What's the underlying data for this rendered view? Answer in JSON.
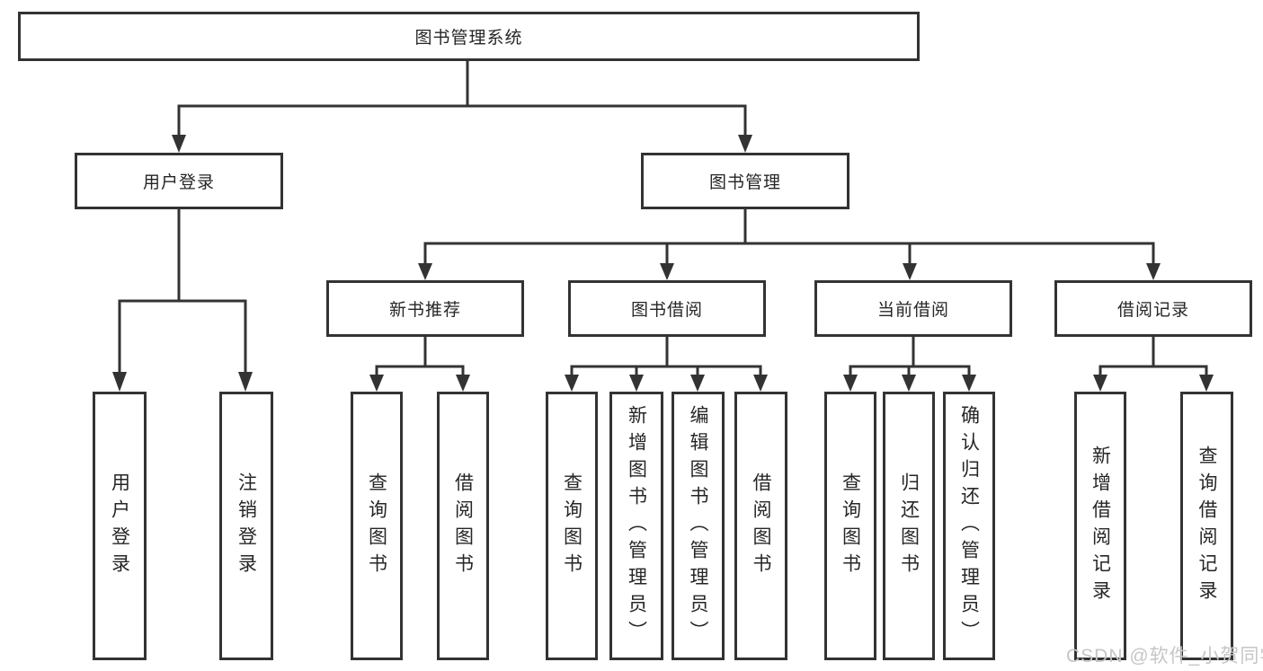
{
  "tree": {
    "root": {
      "label": "图书管理系统"
    },
    "login": {
      "label": "用户登录",
      "children": [
        {
          "label": "用户登录"
        },
        {
          "label": "注销登录"
        }
      ]
    },
    "mgmt": {
      "label": "图书管理",
      "groups": [
        {
          "label": "新书推荐",
          "children": [
            {
              "label": "查询图书"
            },
            {
              "label": "借阅图书"
            }
          ]
        },
        {
          "label": "图书借阅",
          "children": [
            {
              "label": "查询图书"
            },
            {
              "label": "新增图书（管理员）"
            },
            {
              "label": "编辑图书（管理员）"
            },
            {
              "label": "借阅图书"
            }
          ]
        },
        {
          "label": "当前借阅",
          "children": [
            {
              "label": "查询图书"
            },
            {
              "label": "归还图书"
            },
            {
              "label": "确认归还（管理员）"
            }
          ]
        },
        {
          "label": "借阅记录",
          "children": [
            {
              "label": "新增借阅记录"
            },
            {
              "label": "查询借阅记录"
            }
          ]
        }
      ]
    }
  },
  "watermark": {
    "text": "CSDN @软件_小贺同学"
  },
  "colors": {
    "background": "#ffffff",
    "line": "#333333",
    "box_border": "#333333",
    "watermark_text": "#c6c6c6"
  }
}
